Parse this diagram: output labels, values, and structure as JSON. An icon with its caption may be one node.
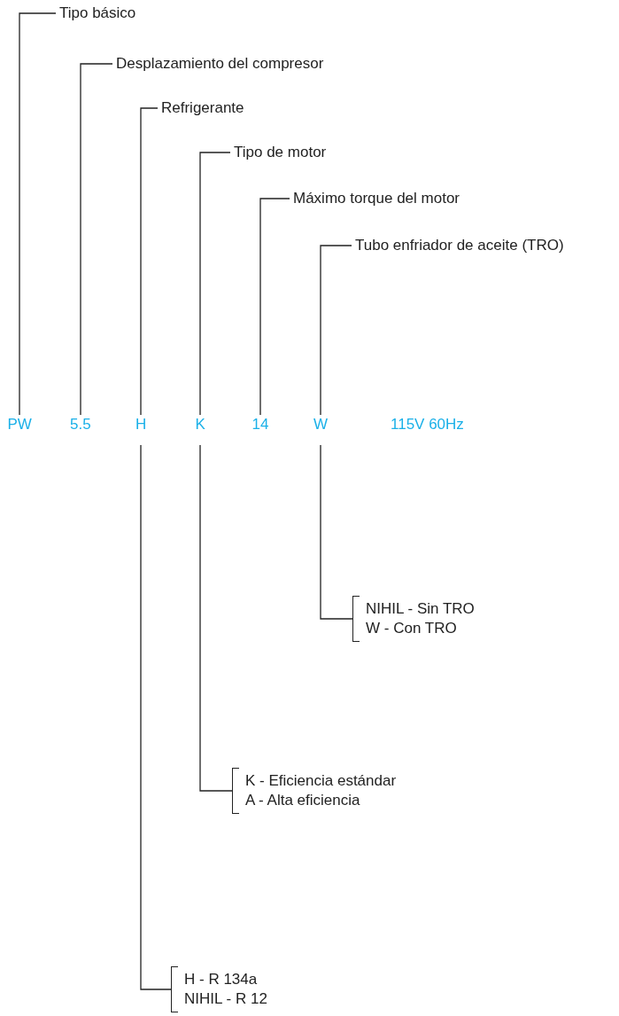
{
  "diagram": {
    "nodes": [
      {
        "text": [
          "Tipo básico"
        ]
      },
      {
        "text": [
          "Desplazamiento del compresor"
        ]
      },
      {
        "text": [
          "Refrigerante"
        ]
      },
      {
        "text": [
          "Tipo de motor"
        ]
      },
      {
        "text": [
          "Máximo torque del motor"
        ]
      },
      {
        "text": [
          "Tubo enfriador de aceite (TRO)"
        ]
      },
      {
        "text": [
          "PW"
        ]
      },
      {
        "text": [
          "5.5"
        ]
      },
      {
        "text": [
          "H"
        ]
      },
      {
        "text": [
          "K"
        ]
      },
      {
        "text": [
          "14"
        ]
      },
      {
        "text": [
          "W"
        ]
      },
      {
        "text": [
          "NIHIL - Sin TRO",
          "W - Con TRO"
        ]
      },
      {
        "text": [
          "K - Eficiencia estándar",
          "A - Alta eficiencia"
        ]
      },
      {
        "text": [
          "H - R 134a",
          "NIHIL - R 12"
        ]
      }
    ],
    "edges": [
      {
        "from": 0,
        "to": 6,
        "arrow": "none"
      },
      {
        "from": 1,
        "to": 7,
        "arrow": "none"
      },
      {
        "from": 2,
        "to": 8,
        "arrow": "none"
      },
      {
        "from": 3,
        "to": 9,
        "arrow": "none"
      },
      {
        "from": 4,
        "to": 10,
        "arrow": "none"
      },
      {
        "from": 5,
        "to": 11,
        "arrow": "none"
      },
      {
        "from": 11,
        "to": 12,
        "arrow": "none"
      },
      {
        "from": 9,
        "to": 13,
        "arrow": "none"
      },
      {
        "from": 8,
        "to": 14,
        "arrow": "none"
      }
    ],
    "labels": [
      "115V 60Hz"
    ]
  }
}
